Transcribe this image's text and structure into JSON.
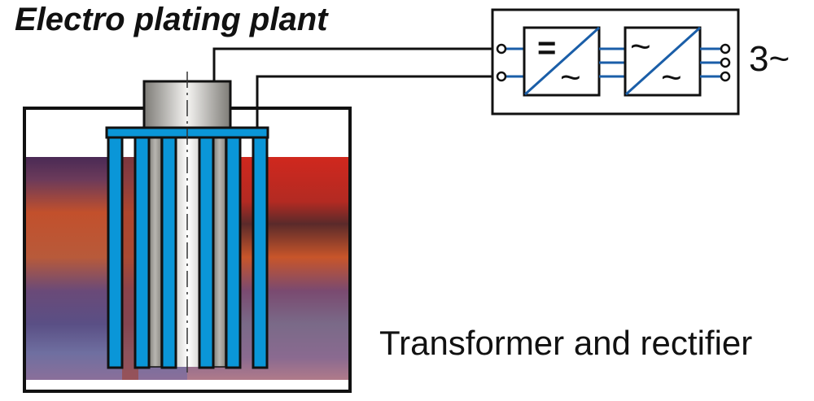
{
  "title": "Electro plating plant",
  "caption": "Transformer and rectifier",
  "output_label": "3~",
  "converter": {
    "stage1": {
      "input_symbol": "=",
      "output_symbol": "~"
    },
    "stage2": {
      "input_symbol": "~",
      "output_symbol": "~"
    }
  },
  "colors": {
    "anode_blue": "#0a96d8",
    "wire_blue": "#1a5ea8",
    "outline": "#111111",
    "cathode_gray": "#9a9893"
  }
}
